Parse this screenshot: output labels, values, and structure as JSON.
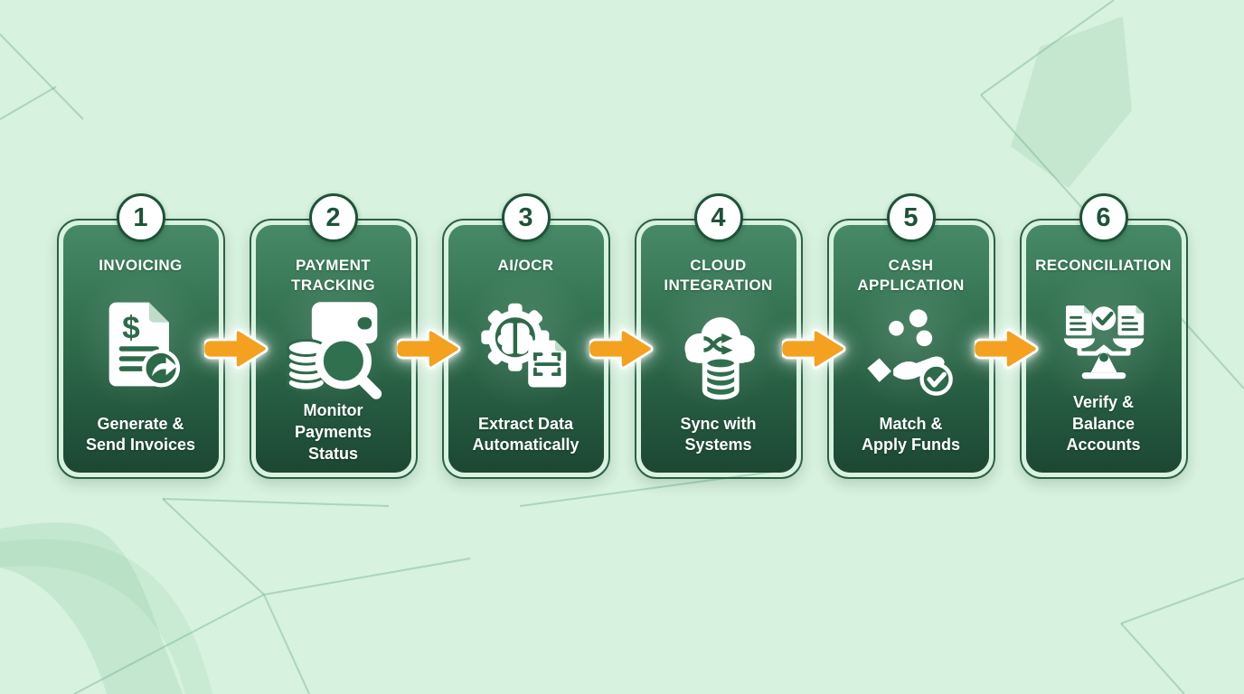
{
  "diagram": {
    "colors": {
      "background": "#d7f2de",
      "card_gradient_top": "#478a67",
      "card_gradient_mid": "#2e6b4b",
      "card_gradient_bottom": "#1c4733",
      "card_border": "#2b6044",
      "badge_border": "#1e5238",
      "badge_text": "#1e5238",
      "arrow": "#F3A11F",
      "text": "#ffffff",
      "icon_accent": "#2d6a4a"
    },
    "steps": [
      {
        "number": "1",
        "title": "INVOICING",
        "description": "Generate &\nSend Invoices",
        "icon": "invoice-document-icon"
      },
      {
        "number": "2",
        "title": "PAYMENT\nTRACKING",
        "description": "Monitor\nPayments\nStatus",
        "icon": "payment-tracking-icon"
      },
      {
        "number": "3",
        "title": "AI/OCR",
        "description": "Extract Data\nAutomatically",
        "icon": "ai-ocr-icon"
      },
      {
        "number": "4",
        "title": "CLOUD\nINTEGRATION",
        "description": "Sync with\nSystems",
        "icon": "cloud-integration-icon"
      },
      {
        "number": "5",
        "title": "CASH\nAPPLICATION",
        "description": "Match &\nApply Funds",
        "icon": "cash-application-icon"
      },
      {
        "number": "6",
        "title": "RECONCILIATION",
        "description": "Verify &\nBalance\nAccounts",
        "icon": "reconciliation-icon"
      }
    ]
  }
}
